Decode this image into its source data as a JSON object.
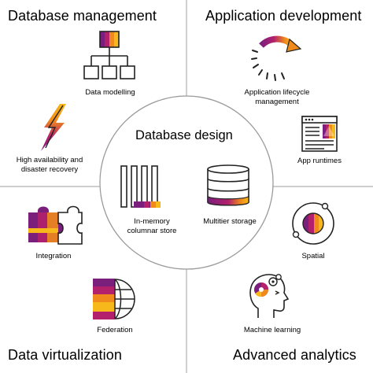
{
  "quadrants": {
    "top_left": "Database management",
    "top_right": "Application development",
    "bottom_left": "Data virtualization",
    "bottom_right": "Advanced analytics"
  },
  "center": {
    "title": "Database design",
    "items": [
      {
        "icon": "in-memory-columns-icon",
        "label_lines": [
          "In-memory",
          "columnar store"
        ]
      },
      {
        "icon": "database-stack-icon",
        "label_lines": [
          "Multitier storage"
        ]
      }
    ]
  },
  "features": [
    {
      "icon": "hierarchy-icon",
      "label_lines": [
        "Data modelling"
      ]
    },
    {
      "icon": "lightning-bolt-icon",
      "label_lines": [
        "High availability and",
        "disaster recovery"
      ]
    },
    {
      "icon": "puzzle-icon",
      "label_lines": [
        "Integration"
      ]
    },
    {
      "icon": "globe-icon",
      "label_lines": [
        "Federation"
      ]
    },
    {
      "icon": "lifecycle-arrow-icon",
      "label_lines": [
        "Application lifecycle",
        "management"
      ]
    },
    {
      "icon": "app-window-icon",
      "label_lines": [
        "App runtimes"
      ]
    },
    {
      "icon": "orbit-icon",
      "label_lines": [
        "Spatial"
      ]
    },
    {
      "icon": "head-gears-icon",
      "label_lines": [
        "Machine learning"
      ]
    }
  ],
  "colors": {
    "purple": "#7b1f7d",
    "magenta": "#b3206b",
    "orange": "#f08a1c",
    "yellow": "#f6b81a",
    "line": "#555555",
    "divider": "#aaaaaa"
  }
}
